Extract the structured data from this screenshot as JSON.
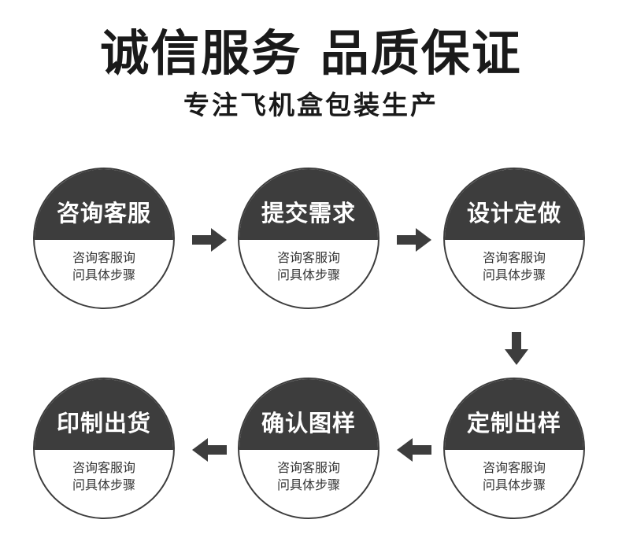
{
  "title": "诚信服务 品质保证",
  "subtitle": "专注飞机盒包装生产",
  "steps": [
    {
      "title": "咨询客服",
      "line1": "咨询客服询",
      "line2": "问具体步骤"
    },
    {
      "title": "提交需求",
      "line1": "咨询客服询",
      "line2": "问具体步骤"
    },
    {
      "title": "设计定做",
      "line1": "咨询客服询",
      "line2": "问具体步骤"
    },
    {
      "title": "定制出样",
      "line1": "咨询客服询",
      "line2": "问具体步骤"
    },
    {
      "title": "确认图样",
      "line1": "咨询客服询",
      "line2": "问具体步骤"
    },
    {
      "title": "印制出货",
      "line1": "咨询客服询",
      "line2": "问具体步骤"
    }
  ],
  "colors": {
    "accent": "#3d3d3d",
    "text": "#1a1a1a"
  },
  "icons": [
    "arrow-right-icon",
    "arrow-down-icon",
    "arrow-left-icon"
  ]
}
